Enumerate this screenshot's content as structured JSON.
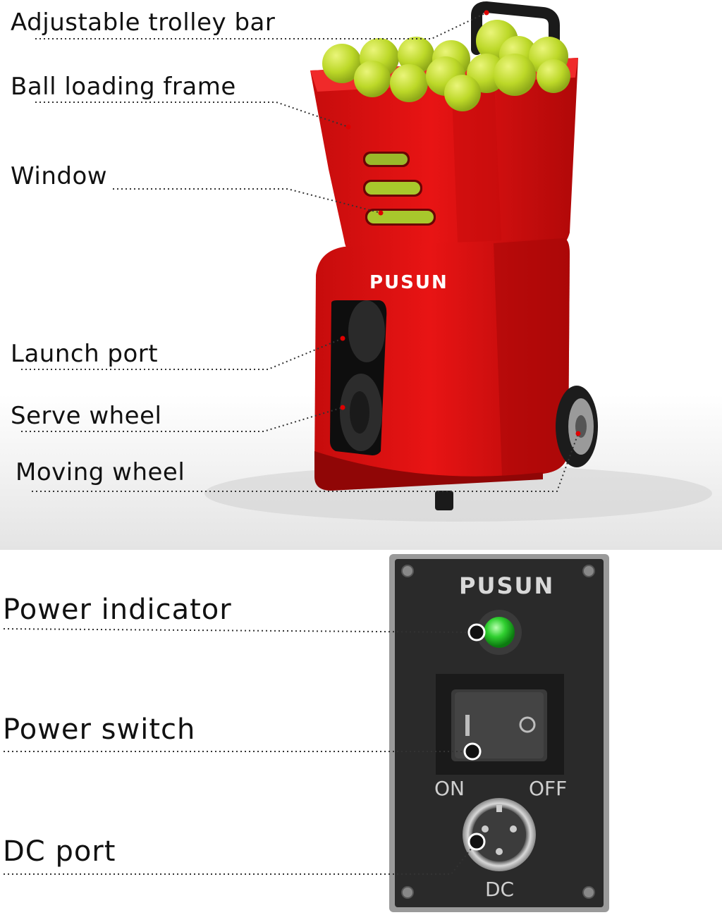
{
  "brand": "PUSUN",
  "callouts_top": {
    "trolley_bar": "Adjustable trolley bar",
    "loading_frame": "Ball loading frame",
    "window": "Window",
    "launch_port": "Launch port",
    "serve_wheel": "Serve wheel",
    "moving_wheel": "Moving wheel"
  },
  "callouts_panel": {
    "power_indicator": "Power indicator",
    "power_switch": "Power switch",
    "dc_port": "DC port"
  },
  "panel": {
    "on_label": "ON",
    "off_label": "OFF",
    "dc_label": "DC",
    "switch_on_symbol": "I",
    "switch_off_symbol": "O"
  },
  "colors": {
    "machine_red": "#e01010",
    "machine_dark_red": "#a80808",
    "ball_yellow": "#c8e030",
    "panel_dark": "#2a2a2a",
    "indicator_green": "#30d030"
  }
}
